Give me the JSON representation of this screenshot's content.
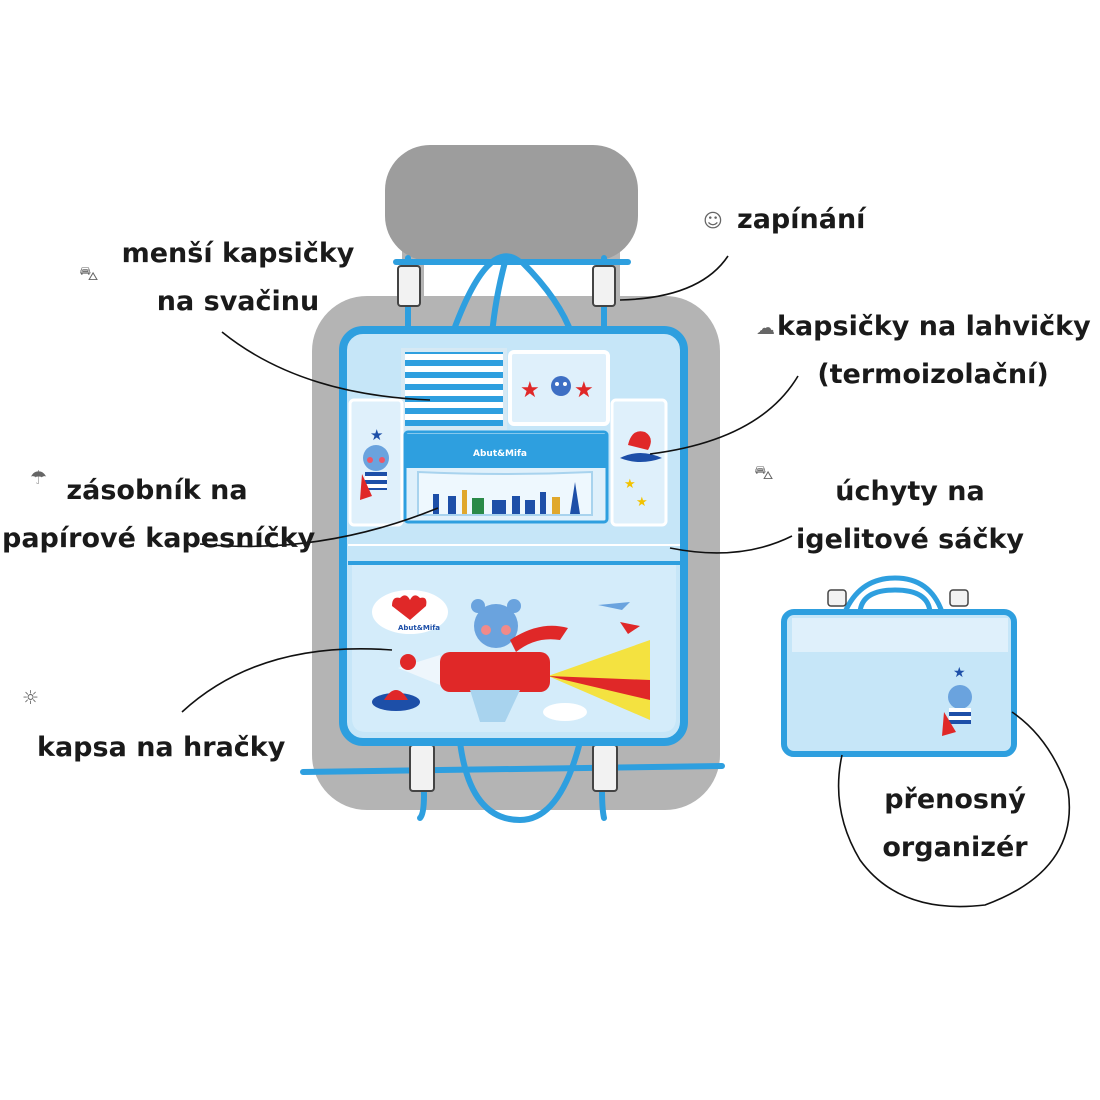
{
  "labels": {
    "snack_pockets": {
      "lines": [
        "menší kapsičky",
        "na svačinu"
      ],
      "icon": "basket-icon"
    },
    "fastening": {
      "lines": [
        "zapínání"
      ],
      "icon": "smiley-icon"
    },
    "bottle_pockets": {
      "lines": [
        "kapsičky na lahvičky",
        "(termoizolační)"
      ],
      "icon": "cloud-icon"
    },
    "tissue_holder": {
      "lines": [
        "zásobník na",
        "papírové kapesníčky"
      ],
      "icon": "umbrella-icon"
    },
    "bag_hooks": {
      "lines": [
        "úchyty na",
        "igelitové sáčky"
      ],
      "icon": "basket-icon"
    },
    "toy_pocket": {
      "lines": [
        "kapsa na hračky"
      ],
      "icon": "sun-icon"
    },
    "portable": {
      "lines": [
        "přenosný",
        "organizér"
      ]
    }
  },
  "product": {
    "brand_logo_text": "Abut&Mifa"
  },
  "colors": {
    "organizer_blue": "#2e9fdf",
    "panel_light": "#c6e6f8",
    "seat_grey": "#b4b4b4",
    "headrest_grey": "#9d9d9d",
    "star_red": "#e02828",
    "text": "#1a1a1a"
  }
}
